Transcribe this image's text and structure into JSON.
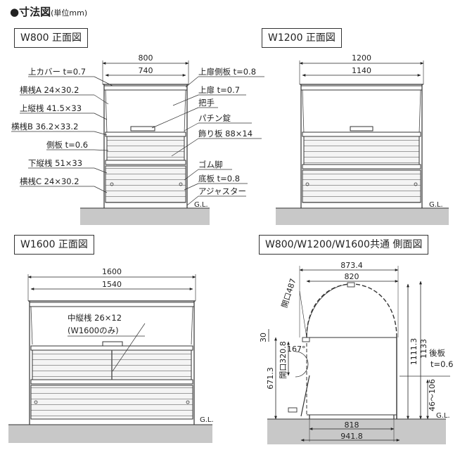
{
  "heading": {
    "bullet": "●",
    "title": "寸法図",
    "unit": "(単位mm)"
  },
  "panels": {
    "w800": {
      "title": "W800 正面図",
      "dim_outer": "800",
      "dim_inner": "740",
      "gl": "G.L.",
      "left_labels": [
        "上カバー t=0.7",
        "横桟A 24×30.2",
        "上縦桟 41.5×33",
        "横桟B 36.2×33.2",
        "側板 t=0.6",
        "下縦桟 51×33",
        "横桟C 24×30.2"
      ],
      "right_labels": [
        "上扉側板 t=0.8",
        "上扉 t=0.7",
        "把手",
        "パチン錠",
        "飾り板 88×14",
        "ゴム脚",
        "底板 t=0.8",
        "アジャスター"
      ]
    },
    "w1200": {
      "title": "W1200 正面図",
      "dim_outer": "1200",
      "dim_inner": "1140",
      "gl": "G.L."
    },
    "w1600": {
      "title": "W1600 正面図",
      "dim_outer": "1600",
      "dim_inner": "1540",
      "gl": "G.L.",
      "note1": "中縦桟 26×12",
      "note2": "(W1600のみ)"
    },
    "side": {
      "title": "W800/W1200/W1600共通 側面図",
      "top_outer": "873.4",
      "top_inner": "820",
      "open_arc": "開口487",
      "thirty": "30",
      "angle": "167°",
      "open_vertical": "開口320.8",
      "left_total": "671.3",
      "h1": "1111.3",
      "h2": "1133",
      "back_plate1": "後板",
      "back_plate2": "t=0.6",
      "adjust": "46〜106",
      "bottom_inner": "818",
      "bottom_outer": "941.8",
      "gl": "G.L."
    }
  }
}
